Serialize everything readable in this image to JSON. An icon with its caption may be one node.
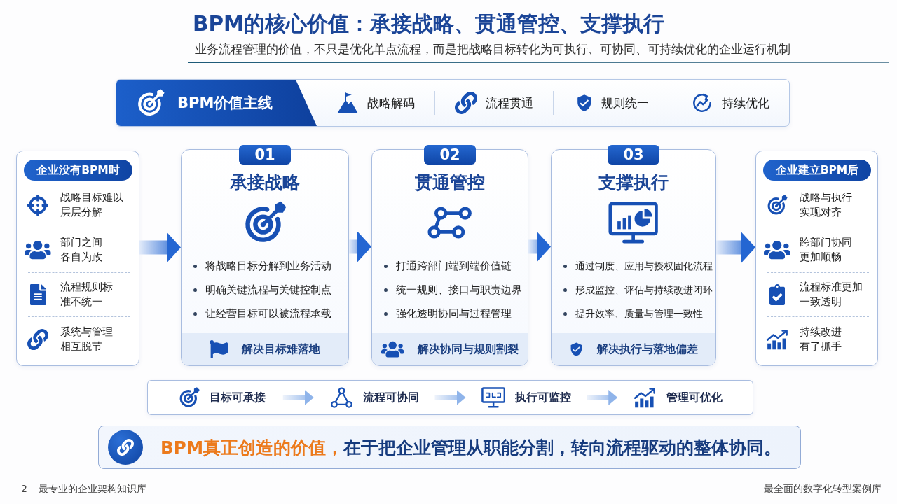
{
  "diagram": {
    "title": "BPM的核心价值：承接战略、贯通管控、支撑执行",
    "nodes": [
      {
        "text": [
          "BPM价值主线",
          "战略解码",
          "流程贯通",
          "规则统一",
          "持续优化"
        ]
      },
      {
        "text": [
          "企业没有BPM时",
          "战略目标难以层层分解",
          "部门之间各自为政",
          "流程规则标准不统一",
          "系统与管理相互脱节"
        ]
      },
      {
        "text": [
          "01",
          "承接战略",
          "将战略目标分解到业务活动",
          "明确关键流程与关键控制点",
          "让经营目标可以被流程承载",
          "解决目标难落地"
        ]
      },
      {
        "text": [
          "02",
          "贯通管控",
          "打通跨部门端到端价值链",
          "统一规则、接口与职责边界",
          "强化透明协同与过程管理",
          "解决协同与规则割裂"
        ]
      },
      {
        "text": [
          "03",
          "支撑执行",
          "通过制度、应用与授权固化流程",
          "形成监控、评估与持续改进闭环",
          "提升效率、质量与管理一致性",
          "解决执行与落地偏差"
        ]
      },
      {
        "text": [
          "企业建立BPM后",
          "战略与执行实现对齐",
          "跨部门协同更加顺畅",
          "流程标准更加一致透明",
          "持续改进有了抓手"
        ]
      },
      {
        "text": [],
        "shape": "box"
      },
      {
        "text": [
          "目标可承接"
        ],
        "in": 6
      },
      {
        "text": [
          "流程可协同"
        ],
        "in": 6
      },
      {
        "text": [
          "执行可监控"
        ],
        "in": 6
      },
      {
        "text": [
          "管理可优化"
        ],
        "in": 6
      },
      {
        "text": [
          "BPM真正创造的价值，",
          "在于把企业管理从职能分割，转向流程驱动的整体协同。"
        ]
      }
    ],
    "edges": [
      {
        "from": 1,
        "to": 2,
        "arrow": "to",
        "style": "thick"
      },
      {
        "from": 2,
        "to": 3,
        "arrow": "to",
        "style": "thick"
      },
      {
        "from": 3,
        "to": 4,
        "arrow": "to",
        "style": "thick"
      },
      {
        "from": 4,
        "to": 5,
        "arrow": "to",
        "style": "thick"
      },
      {
        "from": 7,
        "to": 8,
        "arrow": "to"
      },
      {
        "from": 8,
        "to": 9,
        "arrow": "to"
      },
      {
        "from": 9,
        "to": 10,
        "arrow": "to"
      }
    ],
    "labels": [
      "业务流程管理的价值，不只是优化单点流程，而是把战略目标转化为可执行、可协同、可持续优化的企业运行机制",
      "2",
      "最专业的企业架构知识库",
      "最全面的数字化转型案例库"
    ]
  }
}
